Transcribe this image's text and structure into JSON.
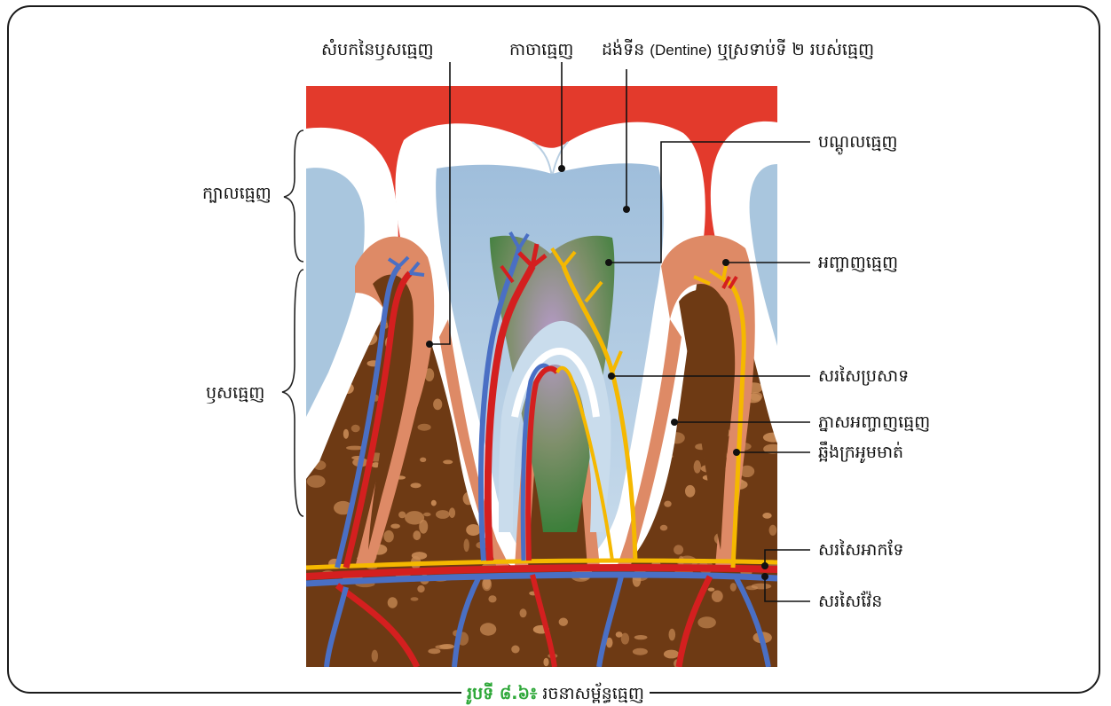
{
  "labels": {
    "root_canal": "សំបកនៃឫសធ្មេញ",
    "enamel": "កាចាធ្មេញ",
    "dentine_pre": "ដង់ទីន",
    "dentine_latin": "(Dentine)",
    "dentine_post": "ឬស្រទាប់ទី ២ របស់ធ្មេញ",
    "crown": "ក្បាលធ្មេញ",
    "root": "ឫសធ្មេញ",
    "pulp_cavity": "បណ្ដូលធ្មេញ",
    "gum": "អញ្ចាញធ្មេញ",
    "nerve": "សរសៃប្រសាទ",
    "periodontal_membrane": "ភ្នាសអញ្ចាញធ្មេញ",
    "jaw_bone": "ឆ្អឹងក្រអូមមាត់",
    "artery": "សរសៃអាកទែ",
    "vein": "សរសៃវ៉ែន"
  },
  "caption": {
    "prefix": "រូបទី ៨.៦៖",
    "title": "រចនាសម្ព័ន្ធធ្មេញ"
  },
  "colors": {
    "gum_red": "#e33a2c",
    "enamel": "#ffffff",
    "dentine": "#a9c6de",
    "pulp": "#3f8a3d",
    "bone": "#6e3a14",
    "bone_spot": "#c98b56",
    "artery": "#d41f1f",
    "vein": "#4a6fc4",
    "nerve": "#f5b800",
    "membrane": "#de8a66",
    "caption_green": "#2fa83a"
  }
}
